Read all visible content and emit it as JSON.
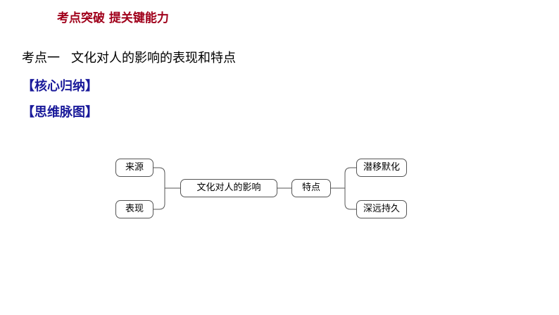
{
  "header": {
    "section_heading": "考点突破 提关键能力"
  },
  "point": {
    "number": "考点一",
    "title": "文化对人的影响的表现和特点"
  },
  "labels": {
    "core_summary": "【核心归纳】",
    "mind_map": "【思维脉图】"
  },
  "mind_map": {
    "center": "文化对人的影响",
    "left_nodes": [
      "来源",
      "表现"
    ],
    "feature": "特点",
    "right_nodes": [
      "潜移默化",
      "深远持久"
    ]
  },
  "colors": {
    "heading": "#a0001b",
    "label": "#1a1a9a",
    "node_border": "#555555"
  }
}
